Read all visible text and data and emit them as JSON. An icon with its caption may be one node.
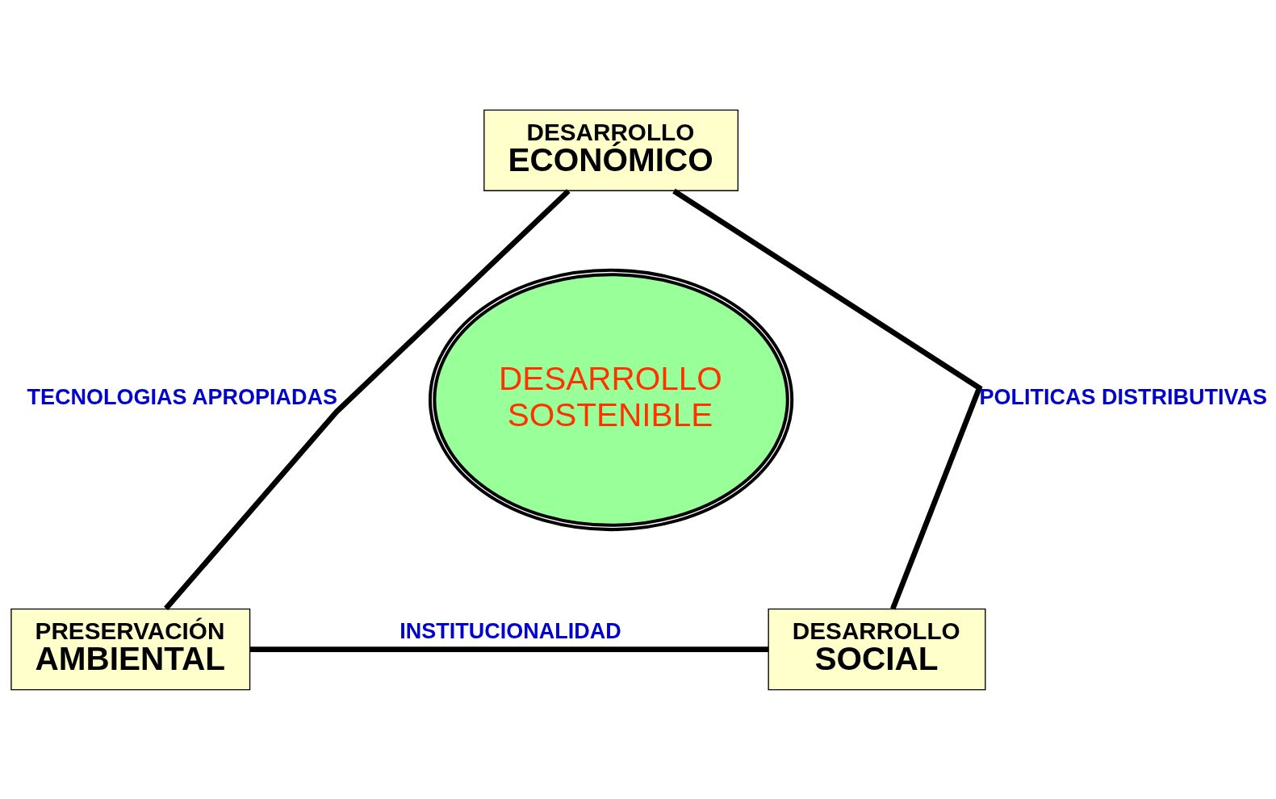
{
  "diagram": {
    "nodes": [
      {
        "text": [
          "DESARROLLO",
          "ECONÓMICO"
        ]
      },
      {
        "text": [
          "DESARROLLO SOSTENIBLE"
        ]
      },
      {
        "text": [
          "PRESERVACIÓN",
          "AMBIENTAL"
        ]
      },
      {
        "text": [
          "DESARROLLO",
          "SOCIAL"
        ]
      }
    ],
    "edges": [
      {
        "from": 0,
        "to": 2,
        "arrow": "none",
        "label": "TECNOLOGIAS APROPIADAS"
      },
      {
        "from": 0,
        "to": 3,
        "arrow": "none",
        "label": "POLITICAS DISTRIBUTIVAS"
      },
      {
        "from": 2,
        "to": 3,
        "arrow": "none",
        "label": "INSTITUCIONALIDAD"
      }
    ]
  }
}
